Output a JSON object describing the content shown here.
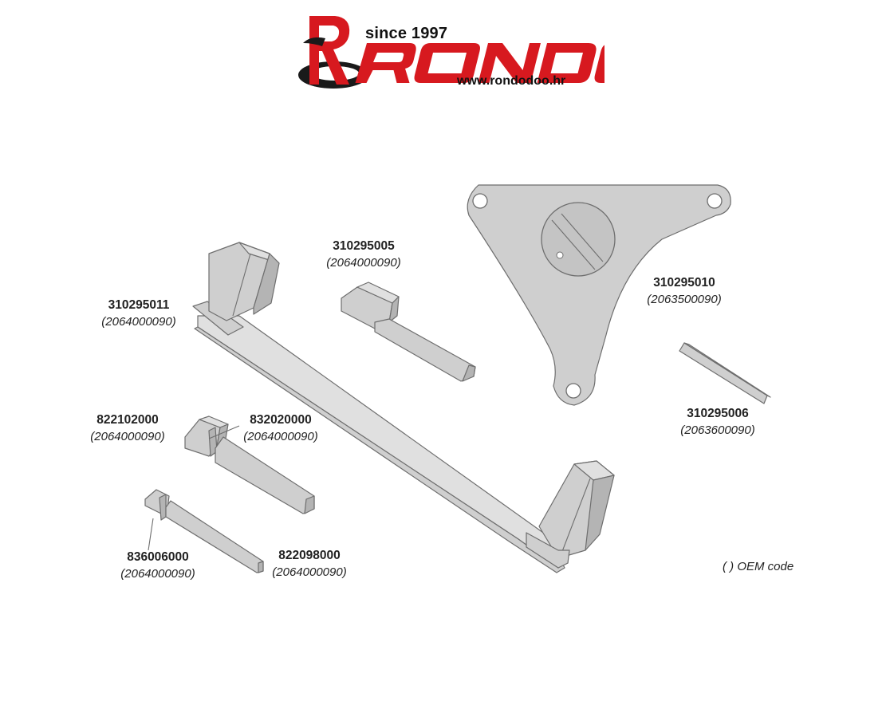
{
  "brand": {
    "name": "RONDO",
    "since": "since 1997",
    "url": "www.rondodoo.hr",
    "brand_red": "#d7191f",
    "dark": "#1a1a1a"
  },
  "parts": [
    {
      "id": "p1",
      "code": "310295011",
      "oem": "(2064000090)"
    },
    {
      "id": "p2",
      "code": "310295005",
      "oem": "(2064000090)"
    },
    {
      "id": "p3",
      "code": "310295010",
      "oem": "(2063500090)"
    },
    {
      "id": "p4",
      "code": "310295006",
      "oem": "(2063600090)"
    },
    {
      "id": "p5",
      "code": "822102000",
      "oem": "(2064000090)"
    },
    {
      "id": "p6",
      "code": "832020000",
      "oem": "(2064000090)"
    },
    {
      "id": "p7",
      "code": "836006000",
      "oem": "(2064000090)"
    },
    {
      "id": "p8",
      "code": "822098000",
      "oem": "(2064000090)"
    }
  ],
  "legend": "( ) OEM code",
  "colors": {
    "part_fill": "#c8c8c8",
    "part_stroke": "#6e6e6e",
    "plate_fill": "#bdbdbd"
  }
}
